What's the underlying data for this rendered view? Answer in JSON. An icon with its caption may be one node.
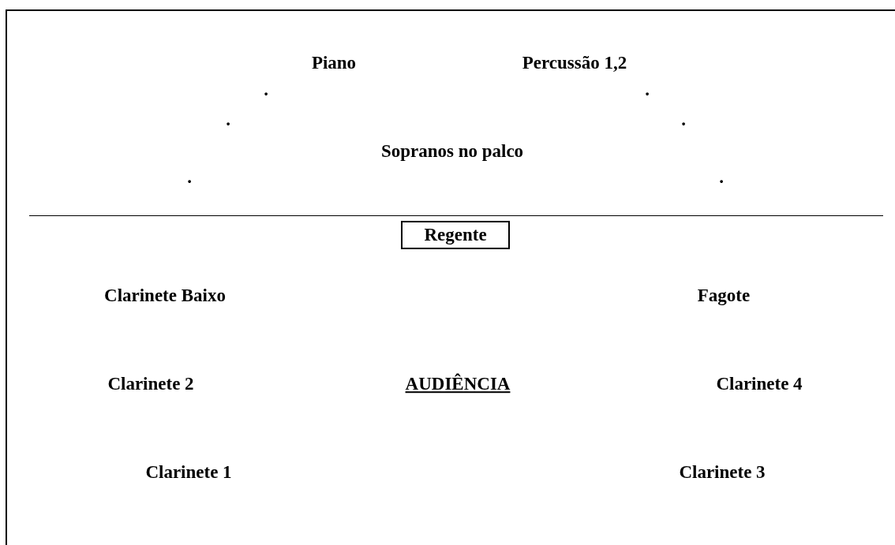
{
  "diagram": {
    "nodes": [
      {
        "text": [
          "Regente"
        ]
      }
    ],
    "labels": [
      "Piano",
      "Percussão 1,2",
      ".",
      ".",
      ".",
      ".",
      "Sopranos no palco",
      ".",
      ".",
      "Clarinete Baixo",
      "Fagote",
      "Clarinete 2",
      "AUDIÊNCIA",
      "Clarinete 4",
      "Clarinete 1",
      "Clarinete 3"
    ]
  }
}
